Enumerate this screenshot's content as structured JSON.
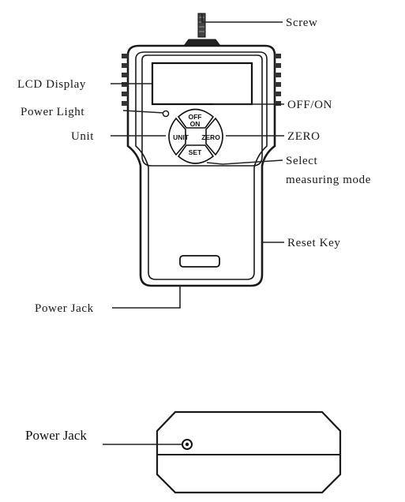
{
  "top_view": {
    "labels": {
      "screw": "Screw",
      "lcd_display": "LCD Display",
      "power_light": "Power Light",
      "off_on": "OFF/ON",
      "unit": "Unit",
      "zero": "ZERO",
      "select_line1": "Select",
      "select_line2": "measuring mode",
      "reset_key": "Reset Key",
      "power_jack": "Power Jack"
    },
    "buttons": {
      "off": "OFF",
      "on": "ON",
      "unit": "UNIT",
      "zero": "ZERO",
      "set": "SET"
    }
  },
  "bottom_view": {
    "labels": {
      "power_jack": "Power Jack"
    }
  }
}
